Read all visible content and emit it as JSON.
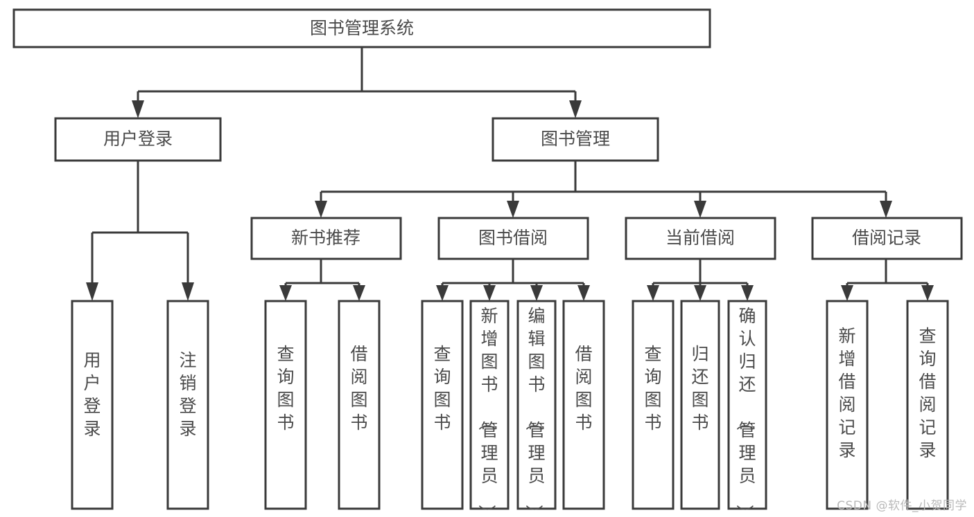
{
  "diagram": {
    "type": "tree-hierarchy",
    "title": "图书管理系统",
    "orientation": "top-down",
    "colors": {
      "box_stroke": "#3a3a3a",
      "box_fill": "#ffffff",
      "text": "#4a4a4a",
      "background": "#ffffff",
      "watermark": "#b9b9b9"
    },
    "nodes": {
      "root": {
        "label": "图书管理系统"
      },
      "level2": [
        {
          "id": "user-login",
          "label": "用户登录"
        },
        {
          "id": "book-management",
          "label": "图书管理"
        }
      ],
      "level3": [
        {
          "id": "new-book-recommend",
          "label": "新书推荐"
        },
        {
          "id": "book-borrow",
          "label": "图书借阅"
        },
        {
          "id": "current-borrow",
          "label": "当前借阅"
        },
        {
          "id": "borrow-record",
          "label": "借阅记录"
        }
      ],
      "leaves": {
        "user-login": [
          {
            "id": "leaf-user-login",
            "label": "用户登录"
          },
          {
            "id": "leaf-logout-login",
            "label": "注销登录"
          }
        ],
        "new-book-recommend": [
          {
            "id": "leaf-query-book-1",
            "label": "查询图书"
          },
          {
            "id": "leaf-borrow-book-1",
            "label": "借阅图书"
          }
        ],
        "book-borrow": [
          {
            "id": "leaf-query-book-2",
            "label": "查询图书"
          },
          {
            "id": "leaf-add-book",
            "label": "新增图书（管理员）"
          },
          {
            "id": "leaf-edit-book",
            "label": "编辑图书（管理员）"
          },
          {
            "id": "leaf-borrow-book-2",
            "label": "借阅图书"
          }
        ],
        "current-borrow": [
          {
            "id": "leaf-query-book-3",
            "label": "查询图书"
          },
          {
            "id": "leaf-return-book",
            "label": "归还图书"
          },
          {
            "id": "leaf-confirm-return",
            "label": "确认归还（管理员）"
          }
        ],
        "borrow-record": [
          {
            "id": "leaf-add-record",
            "label": "新增借阅记录"
          },
          {
            "id": "leaf-query-record",
            "label": "查询借阅记录"
          }
        ]
      }
    }
  },
  "watermark": {
    "text": "CSDN @软件_小贺同学"
  }
}
